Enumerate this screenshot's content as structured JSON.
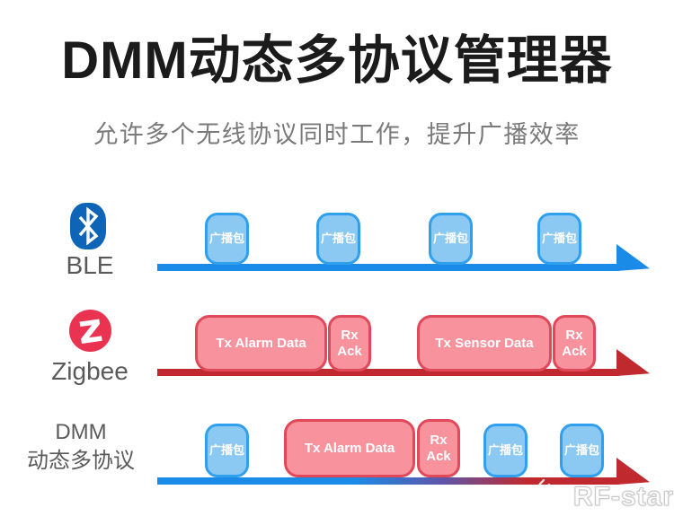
{
  "header": {
    "title": "DMM动态多协议管理器",
    "subtitle": "允许多个无线协议同时工作，提升广播效率"
  },
  "rows": [
    {
      "id": "ble",
      "label": "BLE",
      "icon": "bluetooth-logo",
      "packets": [
        {
          "label": "广播包",
          "kind": "blue"
        },
        {
          "label": "广播包",
          "kind": "blue"
        },
        {
          "label": "广播包",
          "kind": "blue"
        },
        {
          "label": "广播包",
          "kind": "blue"
        }
      ]
    },
    {
      "id": "zigbee",
      "label": "Zigbee",
      "icon": "zigbee-logo",
      "packets": [
        {
          "label": "Tx Alarm Data",
          "kind": "red"
        },
        {
          "label": "Rx Ack",
          "kind": "red"
        },
        {
          "label": "Tx Sensor Data",
          "kind": "red"
        },
        {
          "label": "Rx Ack",
          "kind": "red"
        }
      ]
    },
    {
      "id": "dmm",
      "label_line1": "DMM",
      "label_line2": "动态多协议",
      "packets": [
        {
          "label": "广播包",
          "kind": "blue"
        },
        {
          "label": "Tx Alarm Data",
          "kind": "red"
        },
        {
          "label": "Rx Ack",
          "kind": "red"
        },
        {
          "label": "广播包",
          "kind": "blue"
        },
        {
          "label": "广播包",
          "kind": "blue"
        }
      ]
    }
  ],
  "watermark": {
    "text": "RF-star"
  },
  "colors": {
    "ble_timeline": "#1a8ce8",
    "ble_packet_fill": "#8bc9f3",
    "ble_packet_border": "#30a0ee",
    "zigbee_timeline": "#c02a2e",
    "zigbee_packet_fill": "#f8929c",
    "zigbee_packet_border": "#e1485a",
    "dmm_timeline_gradient": [
      "#1a8ce8",
      "#c02a2e"
    ],
    "bluetooth_logo": "#0e64b6",
    "zigbee_logo": "#e93350",
    "title_text": "#1b1b1b",
    "subtitle_text": "#7a7a7a",
    "row_label_text": "#5a5a5a"
  }
}
